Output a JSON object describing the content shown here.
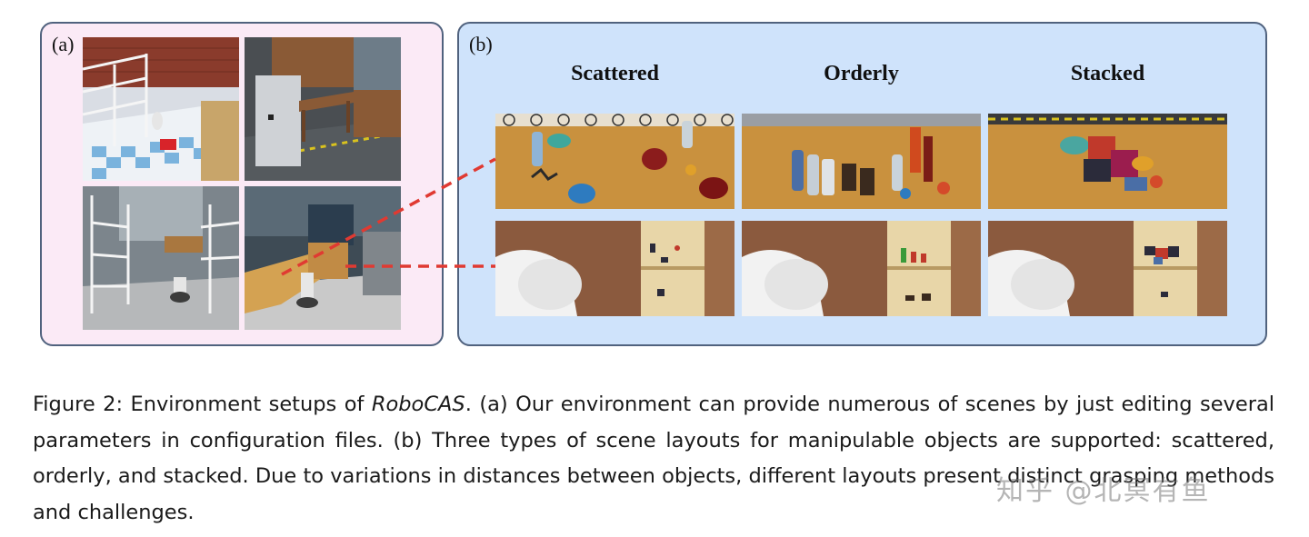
{
  "panel_a": {
    "label": "(a)"
  },
  "panel_b": {
    "label": "(b)",
    "columns": [
      "Scattered",
      "Orderly",
      "Stacked"
    ]
  },
  "caption": {
    "prefix": "Figure 2: Environment setups of ",
    "name": "RoboCAS",
    "rest": ". (a) Our environment can provide numerous of scenes by just editing several parameters in configuration files. (b) Three types of scene layouts for manipulable objects are supported: scattered, orderly, and stacked. Due to variations in distances between objects, different layouts present distinct grasping methods and challenges."
  },
  "watermark": "知乎 @北冥有鱼",
  "colors": {
    "panel_a_bg": "#fbeaf6",
    "panel_b_bg": "#cfe3fb",
    "panel_border": "#50627e",
    "dash": "#e03a32"
  }
}
